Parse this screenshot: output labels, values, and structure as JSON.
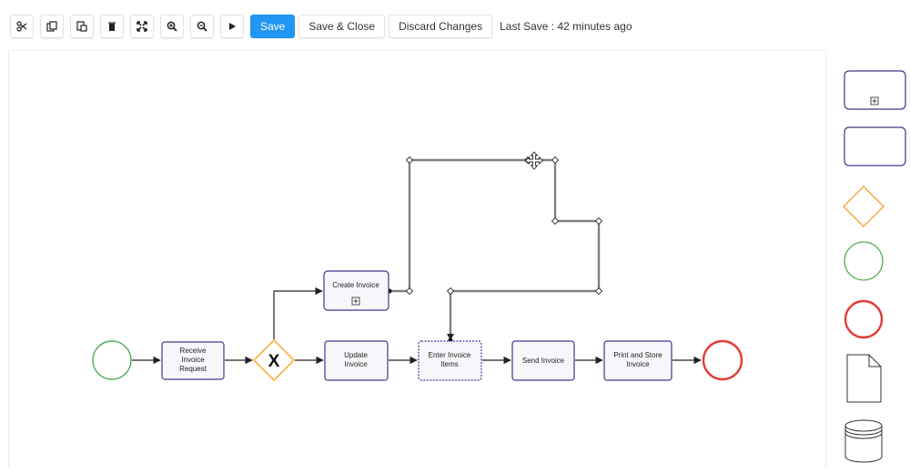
{
  "toolbar": {
    "icons": [
      "scissors-icon",
      "copy-icon",
      "paste-icon",
      "delete-icon",
      "fit-to-screen-icon",
      "zoom-in-icon",
      "zoom-out-icon",
      "play-icon"
    ],
    "save_label": "Save",
    "save_close_label": "Save & Close",
    "discard_label": "Discard Changes",
    "last_save": "Last Save : 42 minutes ago",
    "primary_color": "#2196f3"
  },
  "diagram": {
    "tasks": {
      "receive": [
        "Receive",
        "Invoice",
        "Request"
      ],
      "create": "Create Invoice",
      "update": [
        "Update",
        "Invoice"
      ],
      "enter": [
        "Enter Invoice",
        "Items"
      ],
      "send": "Send Invoice",
      "print": [
        "Print and Store",
        "Invoice"
      ]
    },
    "gateway_label": "X",
    "colors": {
      "task_border": "#3a3a8c",
      "task_fill": "#f7f7fb",
      "start_event": "#4caf50",
      "end_event": "#e53935",
      "gateway": "#f5a623",
      "connector": "#222222",
      "selected_connector": "#808080"
    }
  },
  "palette": {
    "items": [
      "subprocess-shape",
      "task-shape",
      "gateway-shape",
      "start-event-shape",
      "end-event-shape",
      "document-shape",
      "database-shape"
    ]
  }
}
